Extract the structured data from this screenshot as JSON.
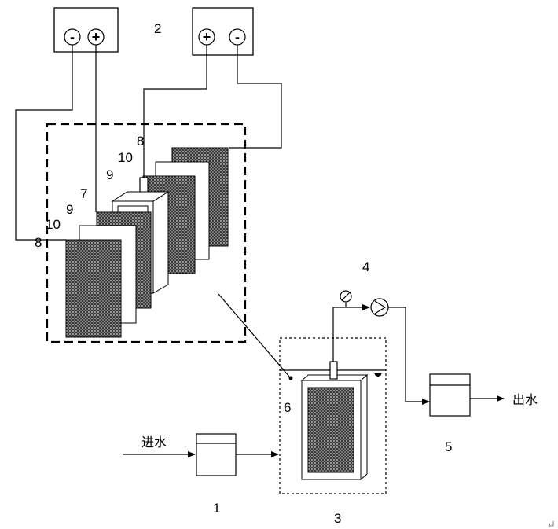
{
  "labels": {
    "n1": "1",
    "n2": "2",
    "n3": "3",
    "n4": "4",
    "n5": "5",
    "n6": "6",
    "n7": "7",
    "n8_left": "8",
    "n8_right": "8",
    "n9_left": "9",
    "n9_right": "9",
    "n10_left": "10",
    "n10_right": "10"
  },
  "text": {
    "inlet": "进水",
    "outlet": "出水",
    "minus": "-",
    "plus": "+"
  }
}
